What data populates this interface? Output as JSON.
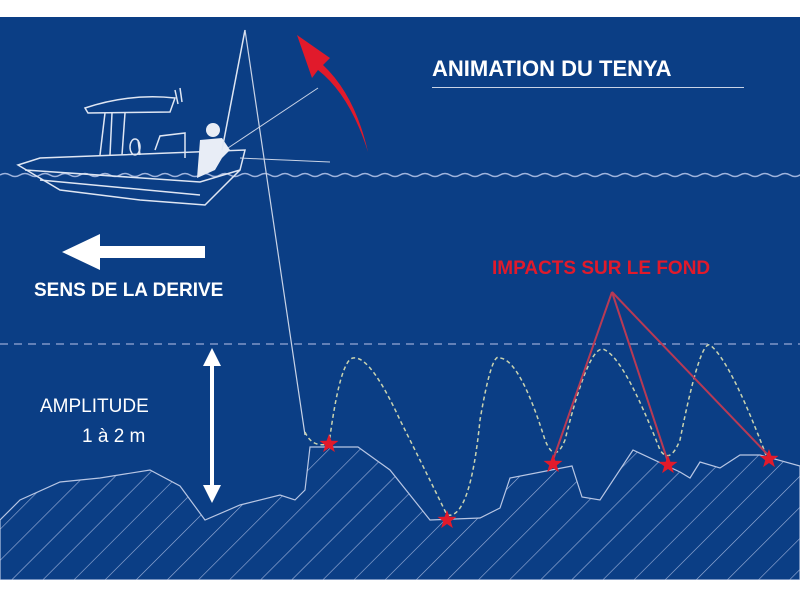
{
  "title": "ANIMATION DU TENYA",
  "drift_label": "SENS DE LA DERIVE",
  "impacts_label": "IMPACTS SUR LE FOND",
  "amplitude_label": "AMPLITUDE",
  "amplitude_value": "1 à 2 m",
  "colors": {
    "background": "#0b3e85",
    "accent": "#e11a2b",
    "line": "#c9d3e6"
  }
}
